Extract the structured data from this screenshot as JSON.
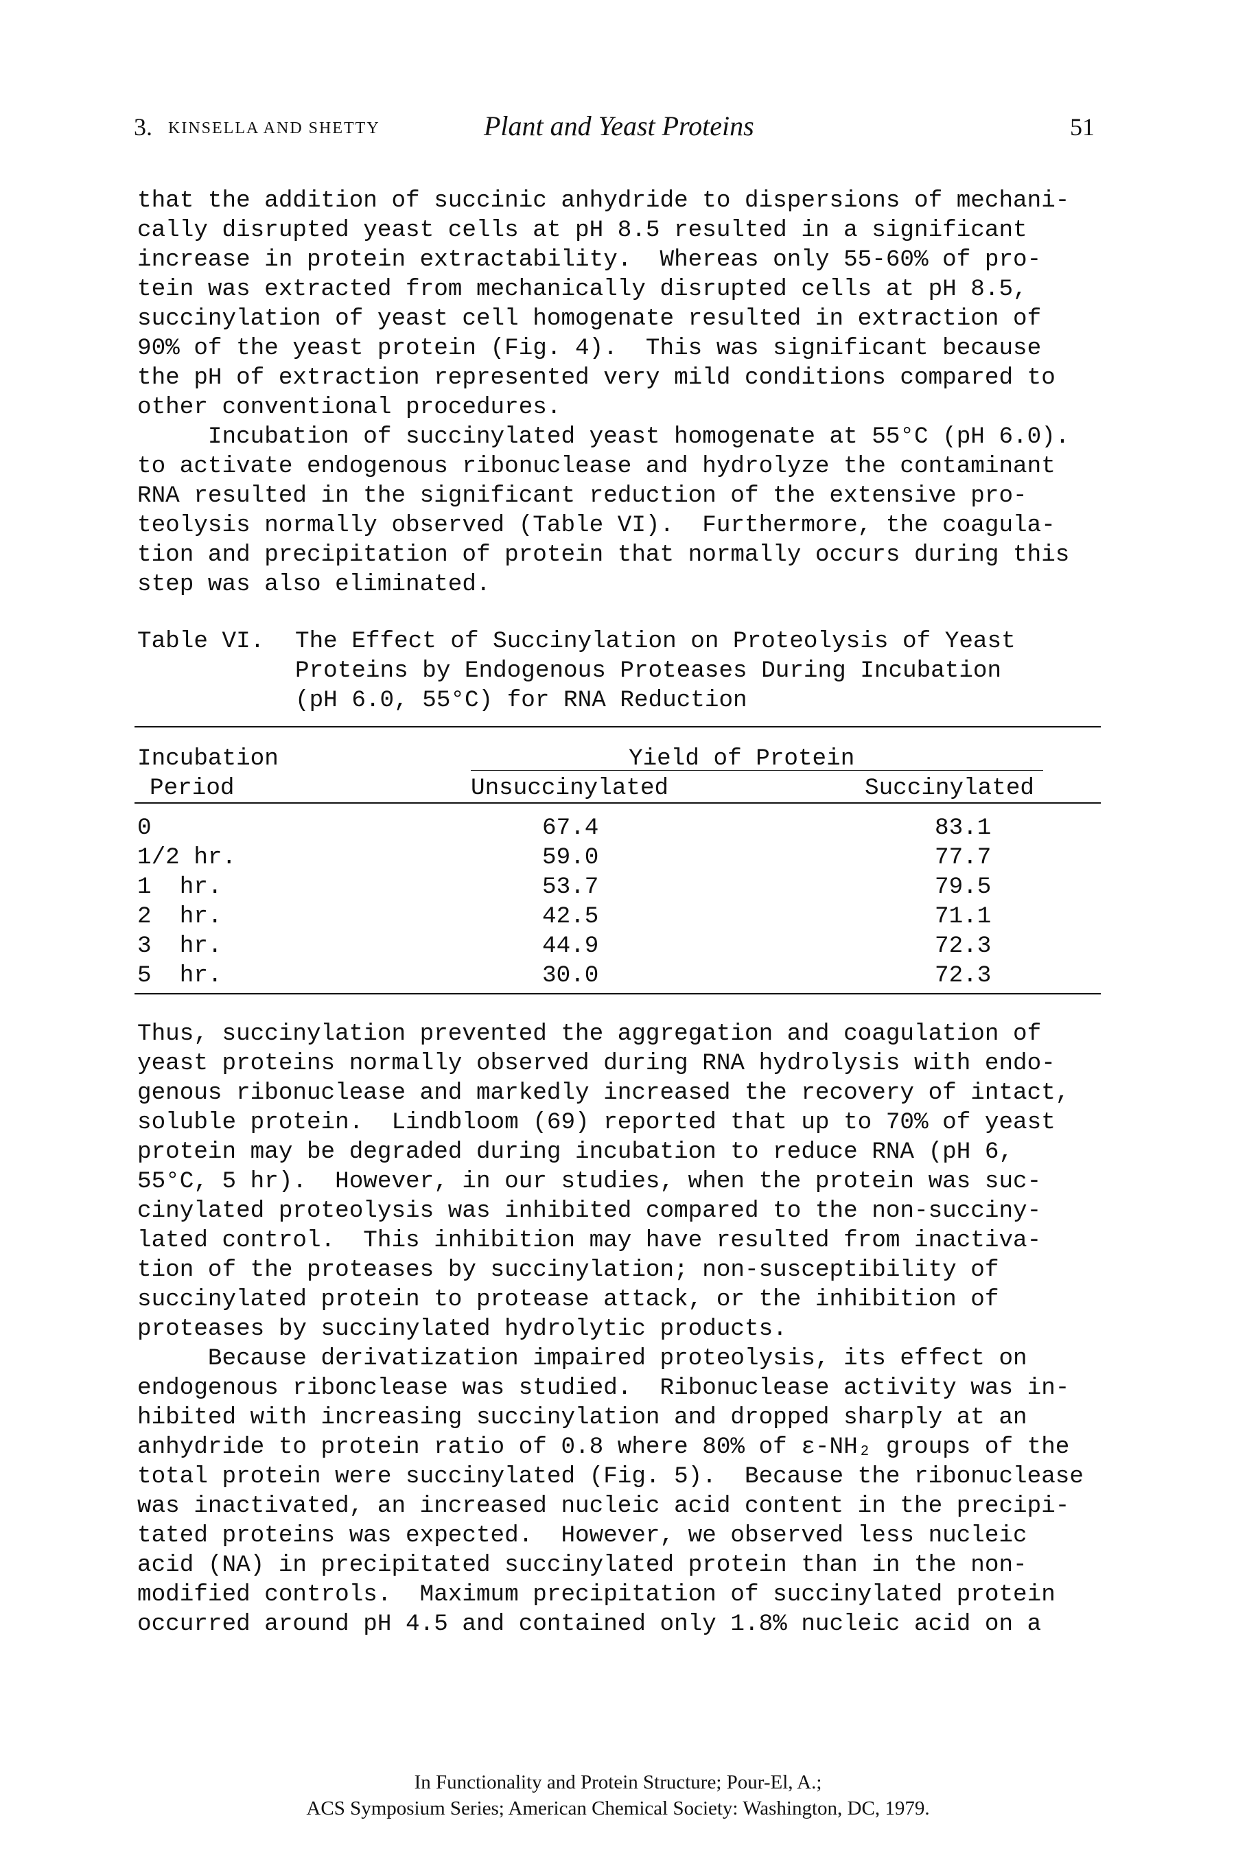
{
  "header": {
    "chapter": "3.",
    "authors": "KINSELLA AND SHETTY",
    "title": "Plant and Yeast Proteins",
    "page": "51"
  },
  "paragraph_1": "that the addition of succinic anhydride to dispersions of mechani-\ncally disrupted yeast cells at pH 8.5 resulted in a significant\nincrease in protein extractability.  Whereas only 55-60% of pro-\ntein was extracted from mechanically disrupted cells at pH 8.5,\nsuccinylation of yeast cell homogenate resulted in extraction of\n90% of the yeast protein (Fig. 4).  This was significant because\nthe pH of extraction represented very mild conditions compared to\nother conventional procedures.\n     Incubation of succinylated yeast homogenate at 55°C (pH 6.0).\nto activate endogenous ribonuclease and hydrolyze the contaminant\nRNA resulted in the significant reduction of the extensive pro-\nteolysis normally observed (Table VI).  Furthermore, the coagula-\ntion and precipitation of protein that normally occurs during this\nstep was also eliminated.",
  "table": {
    "label": "Table VI.",
    "caption": "The Effect of Succinylation on Proteolysis of Yeast\nProteins by Endogenous Proteases During Incubation\n(pH 6.0, 55°C) for RNA Reduction",
    "col_period_line1": "Incubation",
    "col_period_line2": "Period",
    "col_group": "Yield of Protein",
    "col_unsucc": "Unsuccinylated",
    "col_succ": "Succinylated",
    "rows": [
      {
        "period": "0",
        "unsucc": "67.4",
        "succ": "83.1"
      },
      {
        "period": "1/2 hr.",
        "unsucc": "59.0",
        "succ": "77.7"
      },
      {
        "period": "1  hr.",
        "unsucc": "53.7",
        "succ": "79.5"
      },
      {
        "period": "2  hr.",
        "unsucc": "42.5",
        "succ": "71.1"
      },
      {
        "period": "3  hr.",
        "unsucc": "44.9",
        "succ": "72.3"
      },
      {
        "period": "5  hr.",
        "unsucc": "30.0",
        "succ": "72.3"
      }
    ]
  },
  "paragraph_2": "Thus, succinylation prevented the aggregation and coagulation of\nyeast proteins normally observed during RNA hydrolysis with endo-\ngenous ribonuclease and markedly increased the recovery of intact,\nsoluble protein.  Lindbloom (69) reported that up to 70% of yeast\nprotein may be degraded during incubation to reduce RNA (pH 6,\n55°C, 5 hr).  However, in our studies, when the protein was suc-\ncinylated proteolysis was inhibited compared to the non-succiny-\nlated control.  This inhibition may have resulted from inactiva-\ntion of the proteases by succinylation; non-susceptibility of\nsuccinylated protein to protease attack, or the inhibition of\nproteases by succinylated hydrolytic products.\n     Because derivatization impaired proteolysis, its effect on\nendogenous ribonclease was studied.  Ribonuclease activity was in-\nhibited with increasing succinylation and dropped sharply at an\nanhydride to protein ratio of 0.8 where 80% of ε-NH₂ groups of the\ntotal protein were succinylated (Fig. 5).  Because the ribonuclease\nwas inactivated, an increased nucleic acid content in the precipi-\ntated proteins was expected.  However, we observed less nucleic\nacid (NA) in precipitated succinylated protein than in the non-\nmodified controls.  Maximum precipitation of succinylated protein\noccurred around pH 4.5 and contained only 1.8% nucleic acid on a",
  "footer": {
    "line1": "In Functionality and Protein Structure; Pour-El, A.;",
    "line2": "ACS Symposium Series; American Chemical Society: Washington, DC, 1979."
  }
}
